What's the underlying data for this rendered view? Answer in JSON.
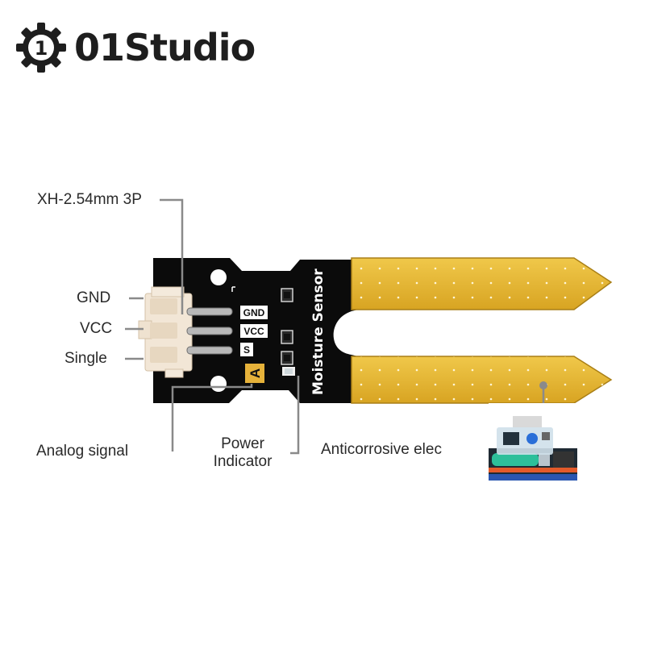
{
  "brand": {
    "name": "01Studio",
    "gear_glyph": "1"
  },
  "labels": {
    "connector": "XH-2.54mm 3P",
    "gnd": "GND",
    "vcc": "VCC",
    "signal": "Single",
    "analog": "Analog signal",
    "power_line1": "Power",
    "power_line2": "Indicator",
    "electrode": "Anticorrosive elec"
  },
  "board": {
    "silk_gnd": "GND",
    "silk_vcc": "VCC",
    "silk_s": "S",
    "silk_a": "A",
    "title": "Moisture Sensor"
  },
  "colors": {
    "pcb": "#0b0b0b",
    "gold": "#e0b030",
    "gold_edge": "#a97f16",
    "connector": "#f2e6d6",
    "leader": "#8a8a8a"
  },
  "icons": [
    "gear-logo-icon",
    "pin-icon",
    "smd-icon",
    "led-icon",
    "hole-icon",
    "dev-board-icon"
  ]
}
